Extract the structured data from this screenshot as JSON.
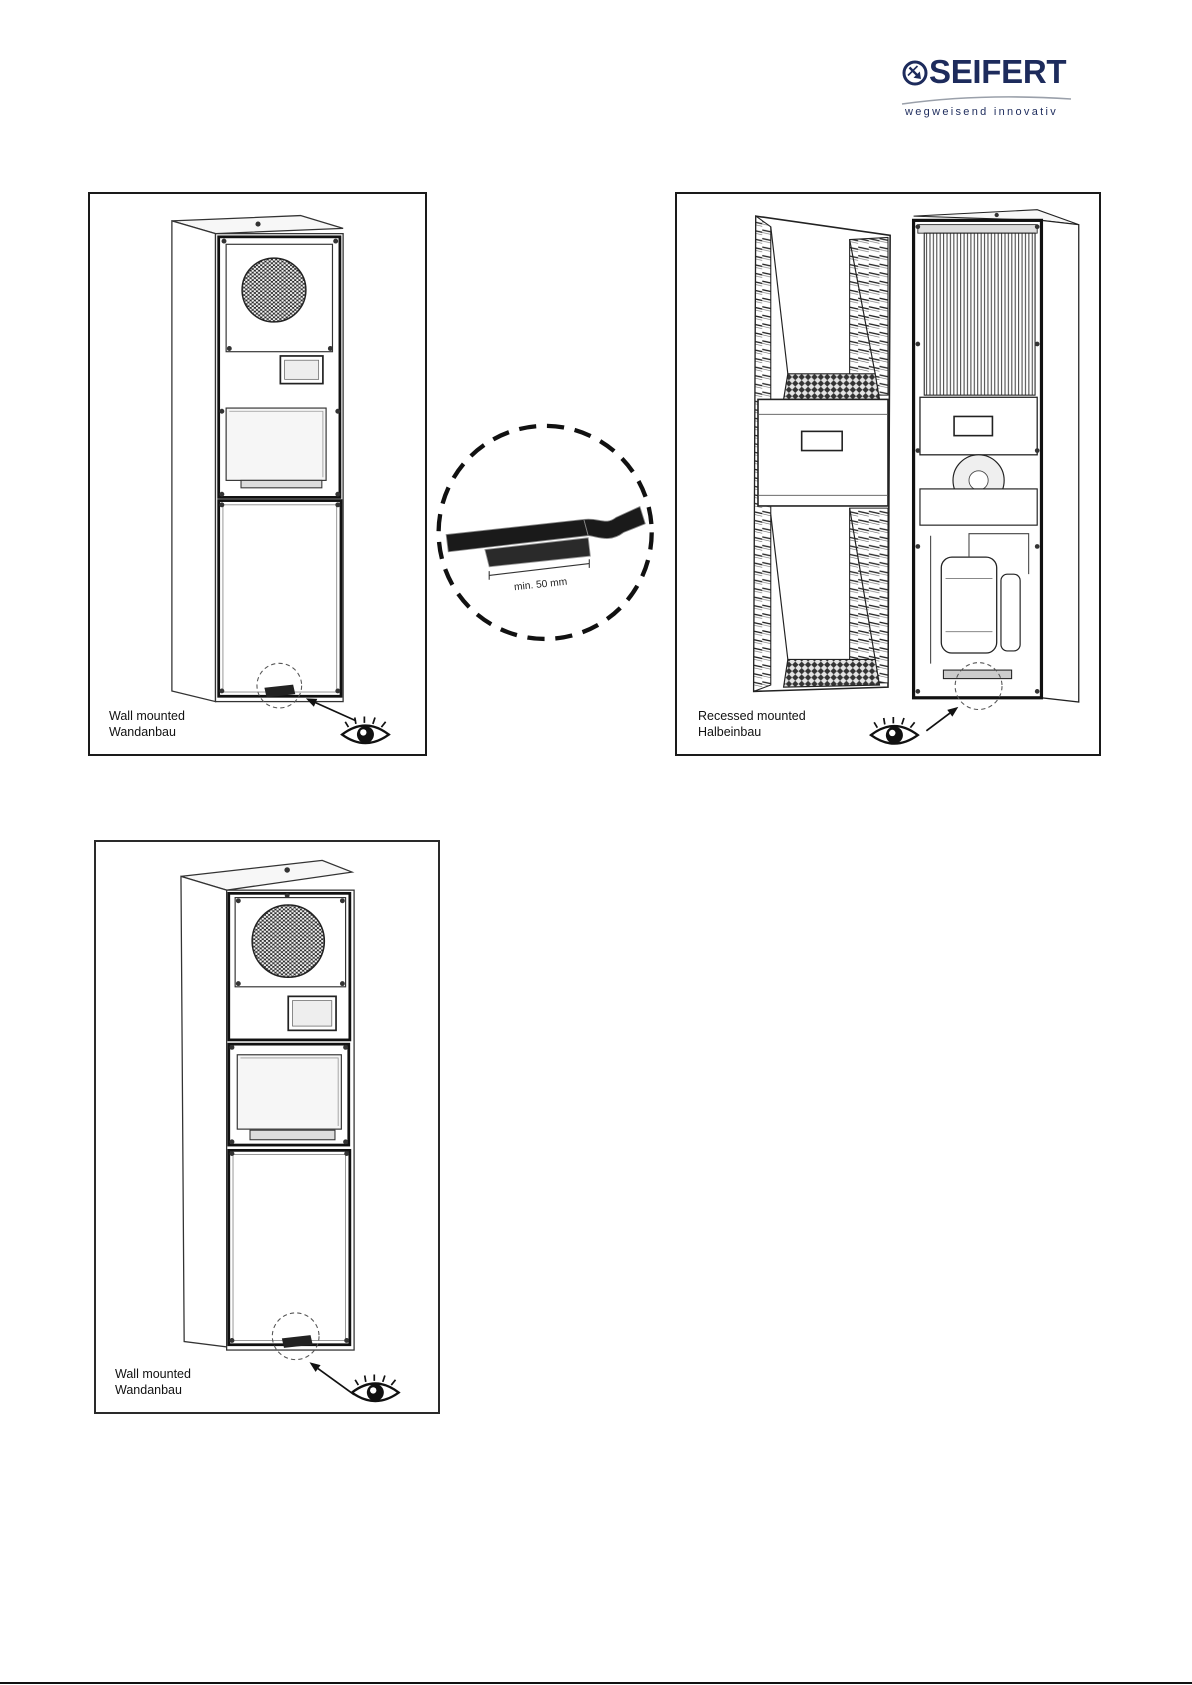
{
  "logo": {
    "brand": "SEIFERT",
    "tagline": "wegweisend innovativ",
    "icon": "seifert-emblem-icon"
  },
  "figures": [
    {
      "label_line1": "Wall mounted",
      "label_line2": "Wandanbau"
    },
    {
      "label_line1": "Recessed mounted",
      "label_line2": "Halbeinbau"
    },
    {
      "label_line1": "Wall mounted",
      "label_line2": "Wandanbau"
    }
  ],
  "detail": {
    "dimension_label": "min. 50 mm"
  },
  "icons": {
    "viewer": "eye-icon",
    "pointer": "arrow-icon",
    "marker": "dashed-circle-icon"
  },
  "colors": {
    "brand": "#1d2b5c",
    "ink": "#1a1a1a"
  }
}
